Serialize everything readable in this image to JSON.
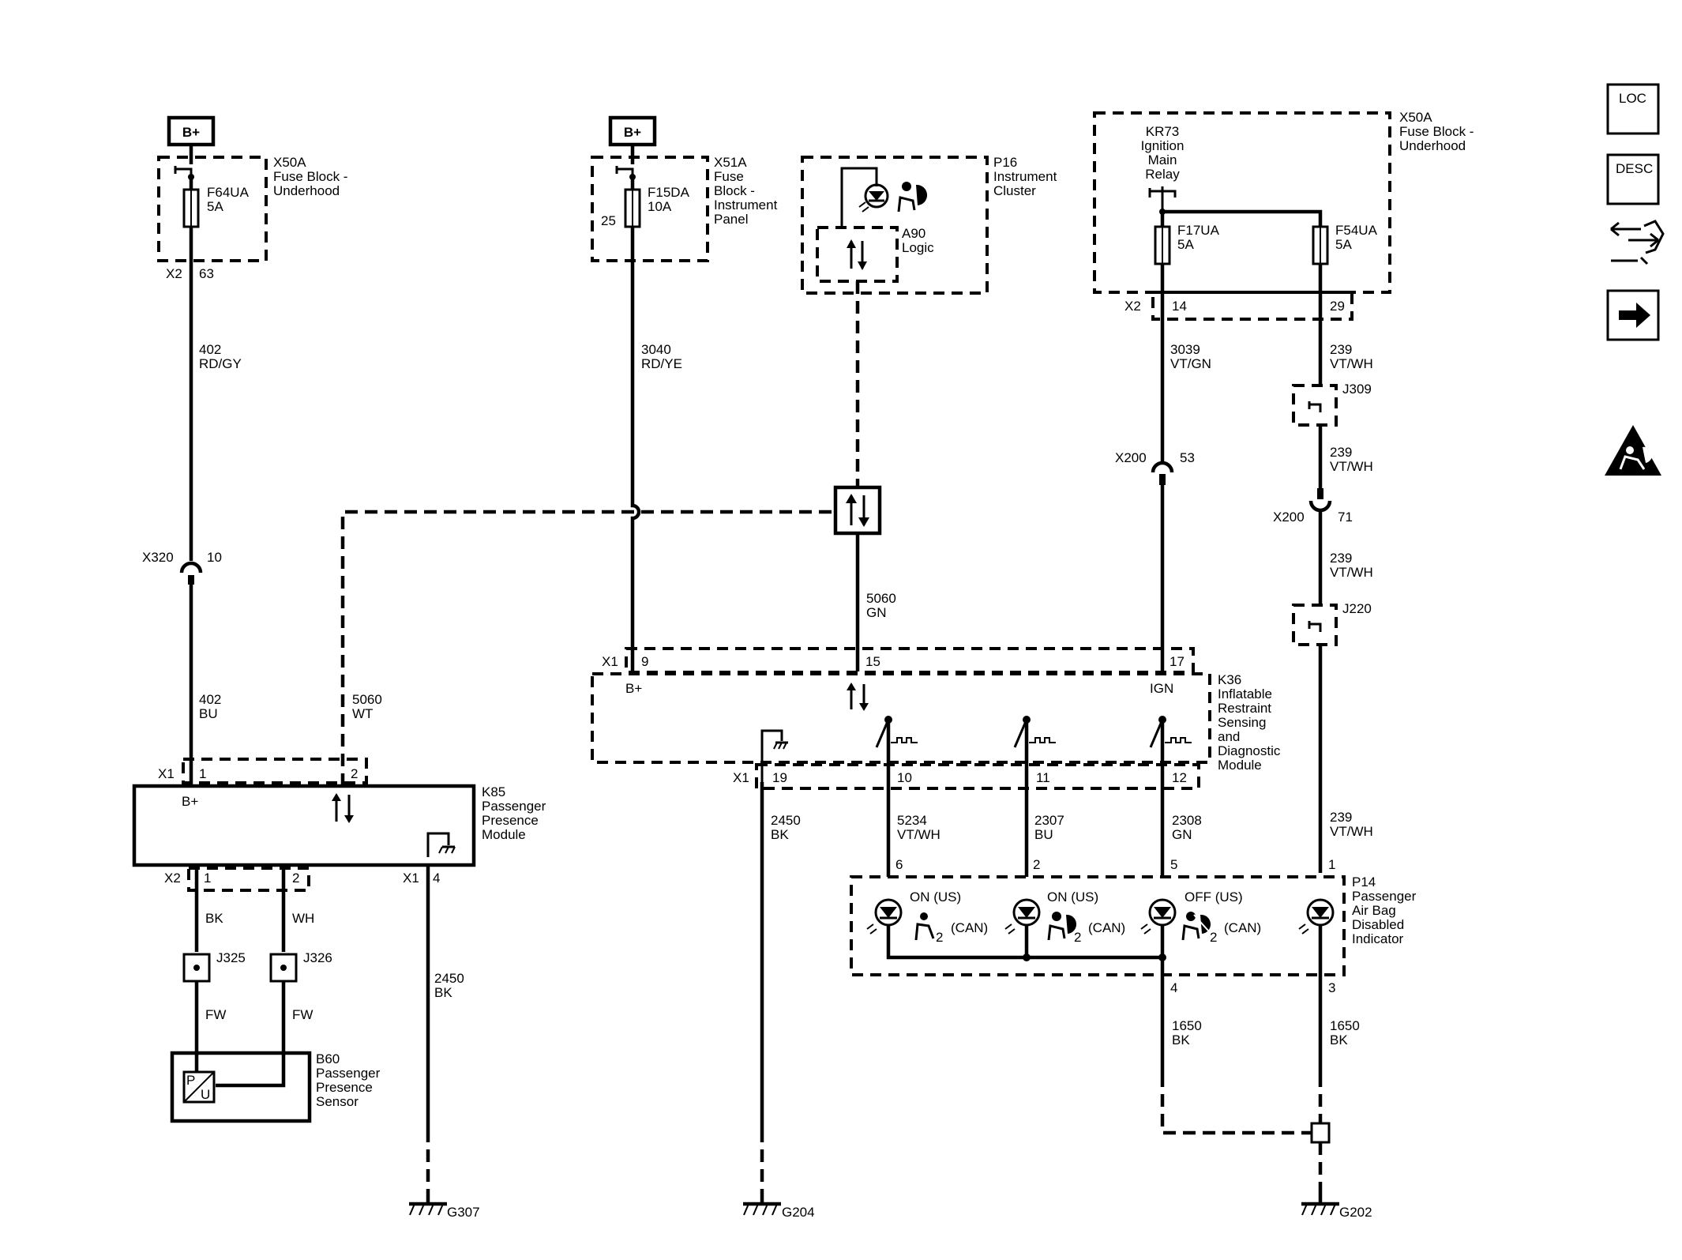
{
  "battery": {
    "label": "B+"
  },
  "fuse_blocks": {
    "x50a_left": {
      "name": "X50A",
      "desc": [
        "Fuse Block -",
        "Underhood"
      ],
      "fuse": "F64UA",
      "rating": "5A",
      "conn": "X2",
      "pin": "63"
    },
    "x51a": {
      "name": "X51A",
      "desc": [
        "Fuse",
        "Block -",
        "Instrument",
        "Panel"
      ],
      "fuse": "F15DA",
      "rating": "10A",
      "pin": "25"
    },
    "x50a_right": {
      "name": "X50A",
      "desc": [
        "Fuse Block -",
        "Underhood"
      ],
      "relay": [
        "KR73",
        "Ignition",
        "Main",
        "Relay"
      ],
      "fuse1": "F17UA",
      "rating1": "5A",
      "fuse2": "F54UA",
      "rating2": "5A",
      "conn": "X2",
      "pin1": "14",
      "pin2": "29"
    }
  },
  "cluster": {
    "name": "P16",
    "desc": [
      "Instrument",
      "Cluster"
    ],
    "logic_name": "A90",
    "logic_desc": "Logic"
  },
  "wires": {
    "w402a": {
      "circuit": "402",
      "color": "RD/GY"
    },
    "w402b": {
      "circuit": "402",
      "color": "BU"
    },
    "w3040": {
      "circuit": "3040",
      "color": "RD/YE"
    },
    "w5060a": {
      "circuit": "5060",
      "color": "GN"
    },
    "w5060b": {
      "circuit": "5060",
      "color": "WT"
    },
    "w3039": {
      "circuit": "3039",
      "color": "VT/GN"
    },
    "w239a": {
      "circuit": "239",
      "color": "VT/WH"
    },
    "w239b": {
      "circuit": "239",
      "color": "VT/WH"
    },
    "w239c": {
      "circuit": "239",
      "color": "VT/WH"
    },
    "w239d": {
      "circuit": "239",
      "color": "VT/WH"
    },
    "w5234": {
      "circuit": "5234",
      "color": "VT/WH"
    },
    "w2307": {
      "circuit": "2307",
      "color": "BU"
    },
    "w2308": {
      "circuit": "2308",
      "color": "GN"
    },
    "w2450a": {
      "circuit": "2450",
      "color": "BK"
    },
    "w2450b": {
      "circuit": "2450",
      "color": "BK"
    },
    "w1650a": {
      "circuit": "1650",
      "color": "BK"
    },
    "w1650b": {
      "circuit": "1650",
      "color": "BK"
    },
    "bk": "BK",
    "wh": "WH",
    "fw1": "FW",
    "fw2": "FW"
  },
  "inline_connectors": {
    "x320": {
      "name": "X320",
      "pin": "10"
    },
    "x200a": {
      "name": "X200",
      "pin": "53"
    },
    "x200b": {
      "name": "X200",
      "pin": "71"
    }
  },
  "splices": {
    "j309": "J309",
    "j220": "J220",
    "j325": "J325",
    "j326": "J326"
  },
  "k36": {
    "name": "K36",
    "desc": [
      "Inflatable",
      "Restraint",
      "Sensing",
      "and",
      "Diagnostic",
      "Module"
    ],
    "conn_top": "X1",
    "pin_bplus": "9",
    "pin_data": "15",
    "pin_ign": "17",
    "label_bplus": "B+",
    "label_ign": "IGN",
    "conn_bottom": "X1",
    "pin_gnd": "19",
    "pin_a": "10",
    "pin_b": "11",
    "pin_c": "12"
  },
  "k85": {
    "name": "K85",
    "desc": [
      "Passenger",
      "Presence",
      "Module"
    ],
    "conn_top": "X1",
    "pin_top1": "1",
    "pin_top2": "2",
    "label_bplus": "B+",
    "conn_bot1": "X2",
    "pin_bot1": "1",
    "pin_bot2": "2",
    "conn_bot2": "X1",
    "pin_gnd": "4"
  },
  "b60": {
    "name": "B60",
    "desc": [
      "Passenger",
      "Presence",
      "Sensor"
    ],
    "p": "P",
    "u": "U"
  },
  "p14": {
    "name": "P14",
    "desc": [
      "Passenger",
      "Air Bag",
      "Disabled",
      "Indicator"
    ],
    "pin6": "6",
    "pin2": "2",
    "pin5": "5",
    "pin1": "1",
    "pin4": "4",
    "pin3": "3",
    "lamp1": "ON (US)",
    "lamp2": "ON (US)",
    "lamp3": "OFF (US)",
    "can": "(CAN)",
    "sub": "2"
  },
  "grounds": {
    "g307": "G307",
    "g204": "G204",
    "g202": "G202"
  },
  "sidebar": {
    "loc": "LOC",
    "desc": "DESC"
  }
}
